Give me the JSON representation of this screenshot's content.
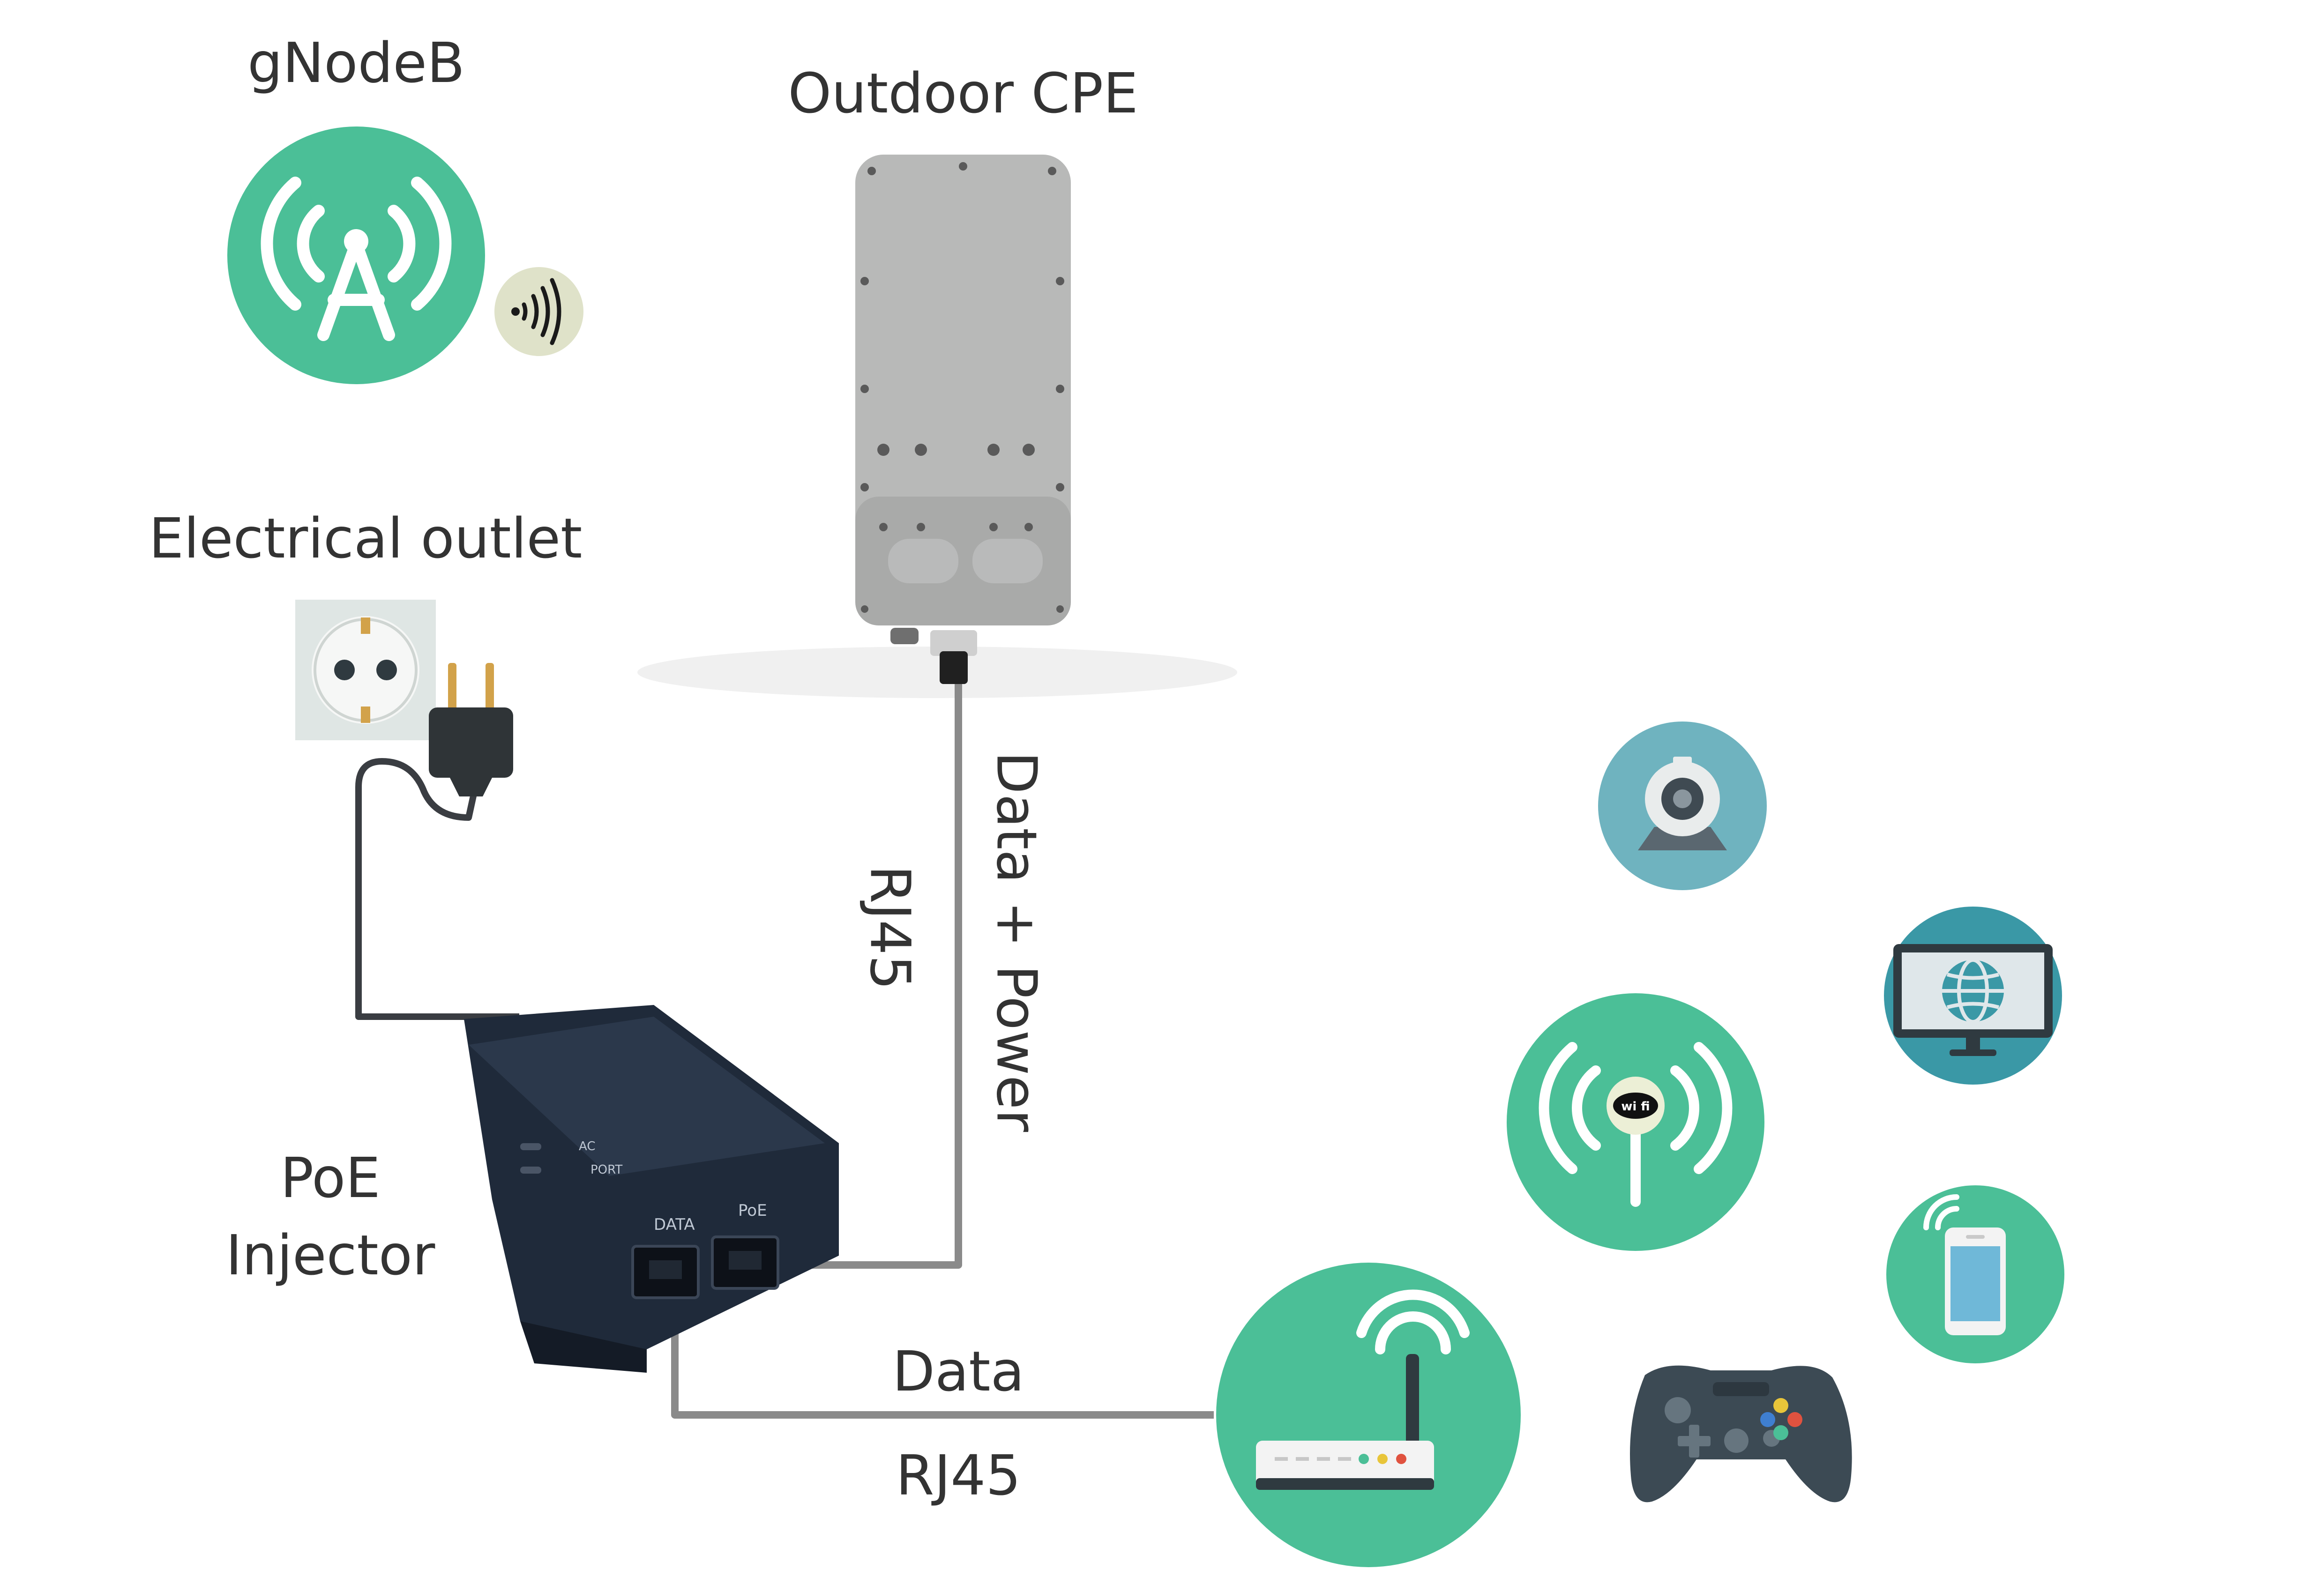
{
  "labels": {
    "gnodeb": "gNodeB",
    "outdoor_cpe": "Outdoor CPE",
    "electrical_outlet": "Electrical outlet",
    "poe_line1": "PoE",
    "poe_line2": "Injector",
    "rj45_vertical": "RJ45",
    "data_power": "Data + Power",
    "data": "Data",
    "rj45_horizontal": "RJ45"
  },
  "injector": {
    "ac": "AC",
    "port": "PORT",
    "data_port": "DATA",
    "poe_port": "PoE"
  },
  "wifi_badge": "wi fi",
  "colors": {
    "green": "#4bbf97",
    "teal": "#3a98a6",
    "light_teal": "#6fb3bf",
    "injector": "#1f2a3a",
    "cable": "#8a8a8a",
    "dark_cable": "#3a3d42",
    "cpe_body": "#b8b9b8",
    "outlet_plate": "#dfe6e4"
  },
  "icons": [
    "antenna-tower-icon",
    "signal-waves-icon",
    "outdoor-cpe-device",
    "wall-outlet-icon",
    "power-plug-icon",
    "poe-injector-device",
    "wifi-router-icon",
    "webcam-icon",
    "wifi-hotspot-icon",
    "computer-monitor-icon",
    "smartphone-icon",
    "game-controller-icon"
  ]
}
